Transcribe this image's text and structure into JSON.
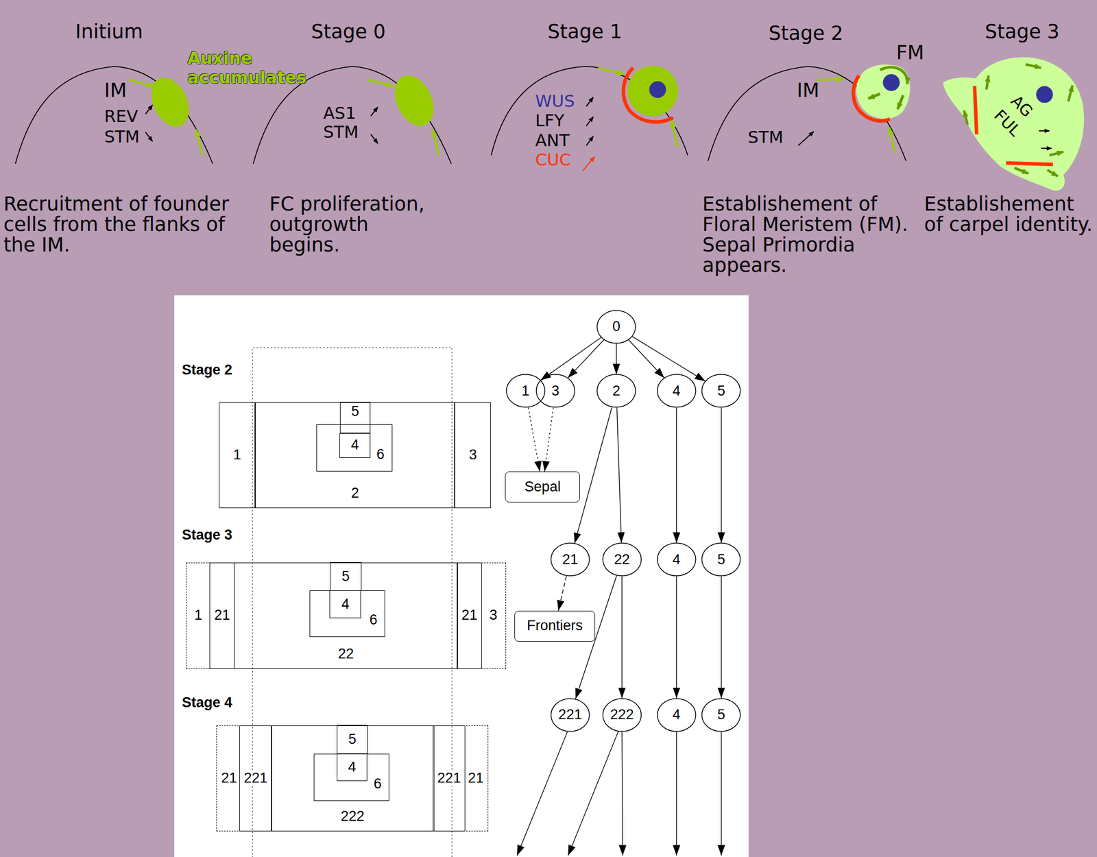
{
  "diagram": {
    "nodes": [
      {
        "text": [
          "1"
        ]
      },
      {
        "text": [
          "2"
        ]
      },
      {
        "text": [
          "5"
        ],
        "in": 1
      },
      {
        "text": [
          "6"
        ],
        "in": 1
      },
      {
        "text": [
          "4"
        ],
        "in": 3
      },
      {
        "text": [
          "3"
        ]
      },
      {
        "text": [
          "1"
        ]
      },
      {
        "text": [
          "21"
        ]
      },
      {
        "text": [
          "22"
        ]
      },
      {
        "text": [
          "5"
        ],
        "in": 8
      },
      {
        "text": [
          "6"
        ],
        "in": 8
      },
      {
        "text": [
          "4"
        ],
        "in": 10
      },
      {
        "text": [
          "21"
        ]
      },
      {
        "text": [
          "3"
        ]
      },
      {
        "text": [
          "21"
        ]
      },
      {
        "text": [
          "221"
        ]
      },
      {
        "text": [
          "222"
        ]
      },
      {
        "text": [
          "5"
        ],
        "in": 16
      },
      {
        "text": [
          "6"
        ],
        "in": 16
      },
      {
        "text": [
          "4"
        ],
        "in": 18
      },
      {
        "text": [
          "221"
        ]
      },
      {
        "text": [
          "21"
        ]
      },
      {
        "text": [
          "0"
        ]
      },
      {
        "text": [
          "1"
        ]
      },
      {
        "text": [
          "3"
        ]
      },
      {
        "text": [
          "2"
        ]
      },
      {
        "text": [
          "4"
        ]
      },
      {
        "text": [
          "5"
        ]
      },
      {
        "text": [
          "Sepal"
        ]
      },
      {
        "text": [
          "21"
        ]
      },
      {
        "text": [
          "22"
        ]
      },
      {
        "text": [
          "4"
        ]
      },
      {
        "text": [
          "5"
        ]
      },
      {
        "text": [
          "Frontiers"
        ]
      },
      {
        "text": [
          "221"
        ]
      },
      {
        "text": [
          "222"
        ]
      },
      {
        "text": [
          "4"
        ]
      },
      {
        "text": [
          "5"
        ]
      }
    ],
    "edges": [
      {
        "from": 22,
        "to": 23,
        "arrow": "to"
      },
      {
        "from": 22,
        "to": 24,
        "arrow": "to"
      },
      {
        "from": 22,
        "to": 25,
        "arrow": "to"
      },
      {
        "from": 22,
        "to": 26,
        "arrow": "to"
      },
      {
        "from": 22,
        "to": 27,
        "arrow": "to"
      },
      {
        "from": 23,
        "to": 28,
        "arrow": "to"
      },
      {
        "from": 24,
        "to": 28,
        "arrow": "to"
      },
      {
        "from": 25,
        "to": 29,
        "arrow": "to"
      },
      {
        "from": 25,
        "to": 30,
        "arrow": "to"
      },
      {
        "from": 26,
        "to": 31,
        "arrow": "to"
      },
      {
        "from": 27,
        "to": 32,
        "arrow": "to"
      },
      {
        "from": 29,
        "to": 33,
        "arrow": "to"
      },
      {
        "from": 30,
        "to": 34,
        "arrow": "to"
      },
      {
        "from": 30,
        "to": 35,
        "arrow": "to"
      },
      {
        "from": 31,
        "to": 36,
        "arrow": "to"
      },
      {
        "from": 32,
        "to": 37,
        "arrow": "to"
      }
    ],
    "labels": [
      "Initium",
      "Stage 0",
      "Stage 1",
      "Stage 2",
      "Stage 3",
      "IM",
      "REV",
      "STM",
      "Auxine accumulates",
      "AS1",
      "STM",
      "WUS",
      "LFY",
      "ANT",
      "CUC",
      "FM",
      "IM",
      "STM",
      "AG",
      "FUL",
      "Recruitment of founder cells from the flanks of the IM.",
      "FC proliferation, outgrowth begins.",
      "Establishement of Floral Meristem (FM). Sepal Primordia appears.",
      "Establishement of carpel identity.",
      "Stage 2",
      "Stage 3",
      "Stage 4"
    ]
  }
}
